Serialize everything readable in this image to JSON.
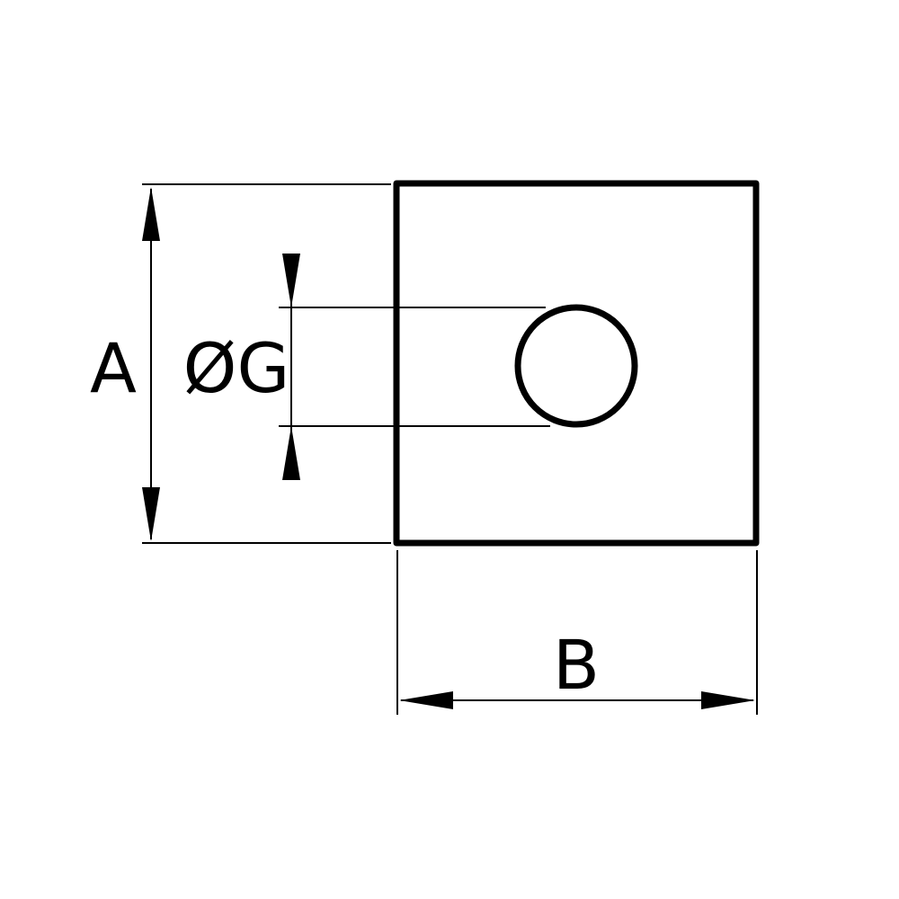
{
  "labels": {
    "height": "A",
    "width": "B",
    "hole_diameter": "ØG"
  },
  "colors": {
    "line": "#000000",
    "background": "#ffffff"
  }
}
